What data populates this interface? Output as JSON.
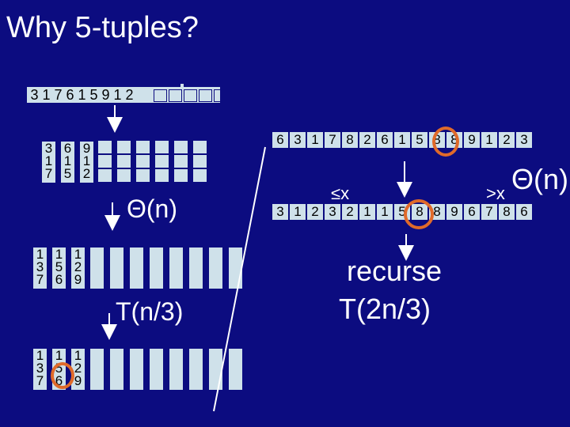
{
  "title": "Why 5-tuples?",
  "top_array": [
    "3",
    "1",
    "7",
    "6",
    "1",
    "5",
    "9",
    "1",
    "2"
  ],
  "groups_initial": [
    [
      "3",
      "1",
      "7"
    ],
    [
      "6",
      "1",
      "5"
    ],
    [
      "9",
      "1",
      "2"
    ]
  ],
  "groups_sorted": [
    [
      "1",
      "3",
      "7"
    ],
    [
      "1",
      "5",
      "6"
    ],
    [
      "1",
      "2",
      "9"
    ]
  ],
  "groups_final": [
    [
      "1",
      "3",
      "7"
    ],
    [
      "1",
      "5",
      "6"
    ],
    [
      "1",
      "2",
      "9"
    ]
  ],
  "theta_label": "Θ(n)",
  "t_label": "T(n/3)",
  "partition_input": [
    "6",
    "3",
    "1",
    "7",
    "8",
    "2",
    "6",
    "1",
    "5",
    "8",
    "8",
    "9",
    "1",
    "2",
    "3"
  ],
  "partition_output": [
    "3",
    "1",
    "2",
    "3",
    "2",
    "1",
    "1",
    "5",
    "8",
    "8",
    "9",
    "6",
    "7",
    "8",
    "6"
  ],
  "le_label": "≤x",
  "gt_label": ">x",
  "theta_right": "Θ(n)",
  "recurse_label": "recurse",
  "recurse_cost": "T(2n/3)",
  "colors": {
    "background": "#0c0c80",
    "cell": "#cfe1ea",
    "highlight": "#e06a2a"
  }
}
